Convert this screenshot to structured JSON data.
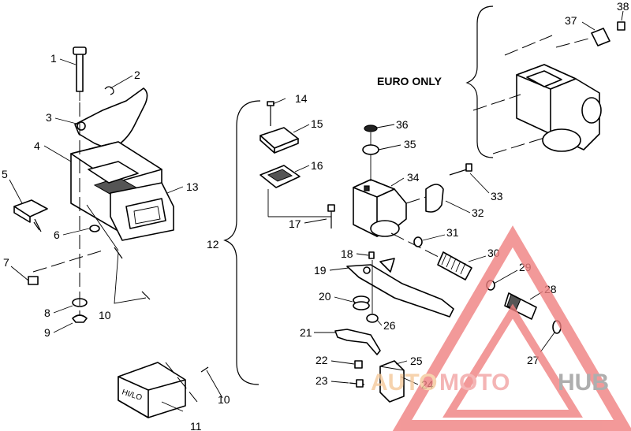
{
  "callouts": [
    {
      "id": "1",
      "text": "1"
    },
    {
      "id": "2",
      "text": "2"
    },
    {
      "id": "3",
      "text": "3"
    },
    {
      "id": "4",
      "text": "4"
    },
    {
      "id": "5",
      "text": "5"
    },
    {
      "id": "6",
      "text": "6"
    },
    {
      "id": "7",
      "text": "7"
    },
    {
      "id": "8",
      "text": "8"
    },
    {
      "id": "9",
      "text": "9"
    },
    {
      "id": "10a",
      "text": "10"
    },
    {
      "id": "10b",
      "text": "10"
    },
    {
      "id": "11",
      "text": "11"
    },
    {
      "id": "12",
      "text": "12"
    },
    {
      "id": "13",
      "text": "13"
    },
    {
      "id": "14",
      "text": "14"
    },
    {
      "id": "15",
      "text": "15"
    },
    {
      "id": "16",
      "text": "16"
    },
    {
      "id": "17",
      "text": "17"
    },
    {
      "id": "18",
      "text": "18"
    },
    {
      "id": "19",
      "text": "19"
    },
    {
      "id": "20",
      "text": "20"
    },
    {
      "id": "21",
      "text": "21"
    },
    {
      "id": "22",
      "text": "22"
    },
    {
      "id": "23",
      "text": "23"
    },
    {
      "id": "24",
      "text": "24"
    },
    {
      "id": "25",
      "text": "25"
    },
    {
      "id": "26",
      "text": "26"
    },
    {
      "id": "27",
      "text": "27"
    },
    {
      "id": "28",
      "text": "28"
    },
    {
      "id": "29",
      "text": "29"
    },
    {
      "id": "30",
      "text": "30"
    },
    {
      "id": "31",
      "text": "31"
    },
    {
      "id": "32",
      "text": "32"
    },
    {
      "id": "33",
      "text": "33"
    },
    {
      "id": "34",
      "text": "34"
    },
    {
      "id": "35",
      "text": "35"
    },
    {
      "id": "36",
      "text": "36"
    },
    {
      "id": "37",
      "text": "37"
    },
    {
      "id": "38",
      "text": "38"
    }
  ],
  "euro_label": "EURO ONLY",
  "switch_plate": "HI/LO",
  "watermark": {
    "word_a": "AUTO",
    "word_b": "MOTO",
    "word_c": "HUB",
    "color_a": "#f5c99a",
    "color_b": "#f2a3a3",
    "color_c": "#9a9a9a",
    "triangle_color": "#f08080"
  }
}
